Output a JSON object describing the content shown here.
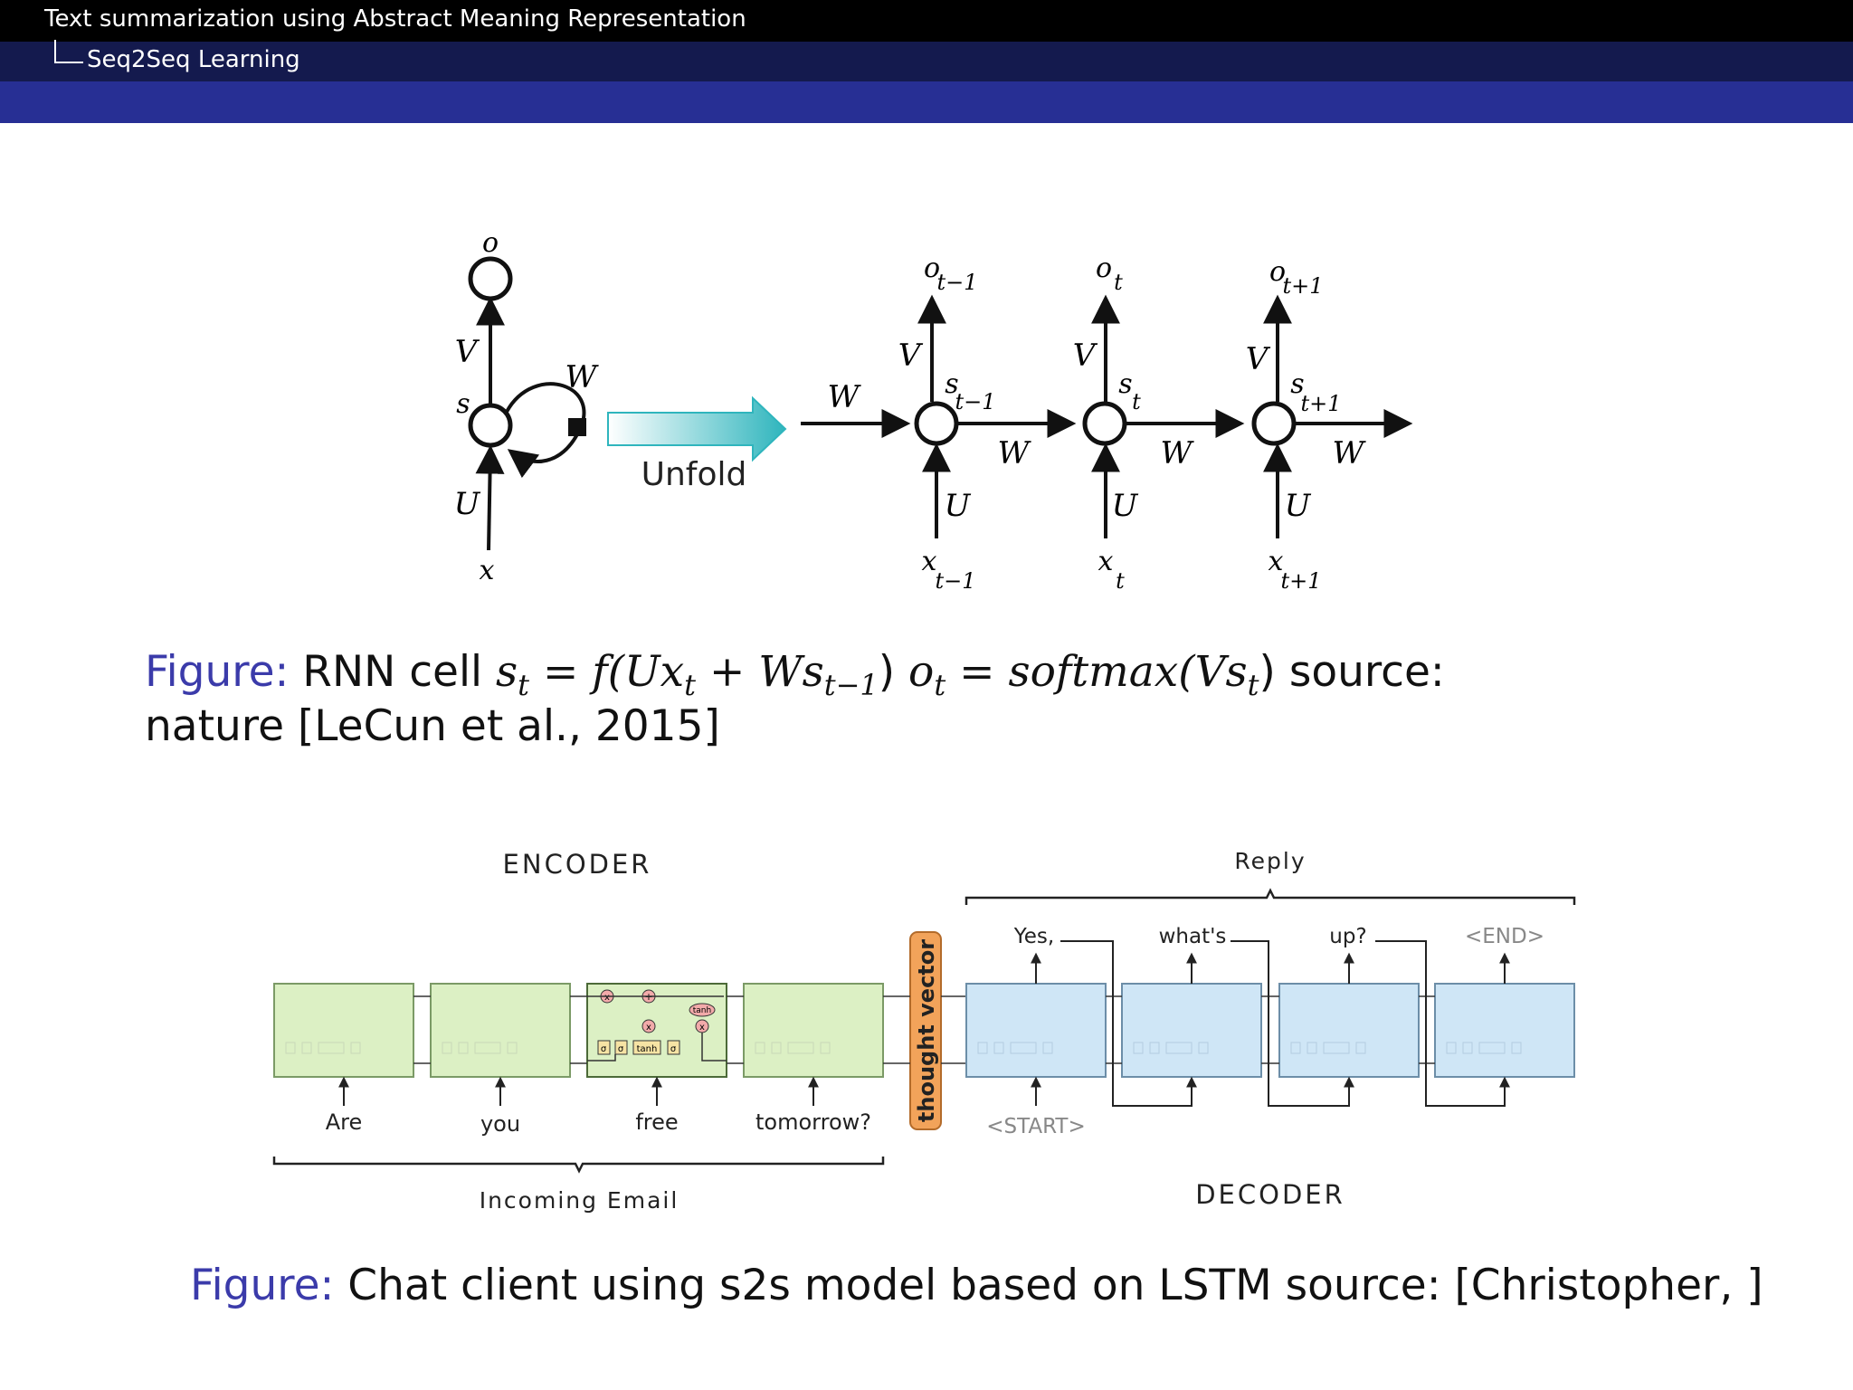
{
  "header": {
    "title": "Text summarization using Abstract Meaning Representation",
    "subtitle": "Seq2Seq Learning"
  },
  "rnn_figure": {
    "folded": {
      "o": "o",
      "s": "s",
      "x": "x",
      "V": "V",
      "U": "U",
      "W": "W"
    },
    "unfold_label": "Unfold",
    "weights": {
      "V": "V",
      "U": "U",
      "W": "W"
    },
    "steps": [
      {
        "o": "o",
        "o_sub": "t−1",
        "s": "s",
        "s_sub": "t−1",
        "x": "x",
        "x_sub": "t−1"
      },
      {
        "o": "o",
        "o_sub": "t",
        "s": "s",
        "s_sub": "t",
        "x": "x",
        "x_sub": "t"
      },
      {
        "o": "o",
        "o_sub": "t+1",
        "s": "s",
        "s_sub": "t+1",
        "x": "x",
        "x_sub": "t+1"
      }
    ]
  },
  "caption1": {
    "label": "Figure:",
    "text_a": "RNN cell",
    "eq1_lhs": "s",
    "eq1_lhs_sub": "t",
    "eq1_rhs_a": "= f(Ux",
    "eq1_rhs_a_sub": "t",
    "eq1_rhs_b": "+ Ws",
    "eq1_rhs_b_sub": "t−1",
    "eq1_close": ")",
    "eq2_lhs": "o",
    "eq2_lhs_sub": "t",
    "eq2_rhs": "= softmax(Vs",
    "eq2_rhs_sub": "t",
    "eq2_close": ")",
    "text_b": "source:",
    "line2": "nature [LeCun et al., 2015]"
  },
  "seq2seq_figure": {
    "encoder_label": "ENCODER",
    "decoder_label": "DECODER",
    "reply_label": "Reply",
    "incoming_label": "Incoming Email",
    "thought_vector": "thought vector",
    "inputs": [
      "Are",
      "you",
      "free",
      "tomorrow?"
    ],
    "start_token": "<START>",
    "outputs": [
      "Yes,",
      "what's",
      "up?",
      "<END>"
    ],
    "gate_labels": {
      "sigma": "σ",
      "tanh": "tanh",
      "mult": "x",
      "add": "+"
    },
    "colors": {
      "encoder": "#dcf0c4",
      "decoder": "#cfe6f6",
      "thought": "#f2a35a"
    }
  },
  "caption2": {
    "label": "Figure:",
    "text": "Chat client using s2s model based on LSTM source: [Christopher, ]"
  }
}
